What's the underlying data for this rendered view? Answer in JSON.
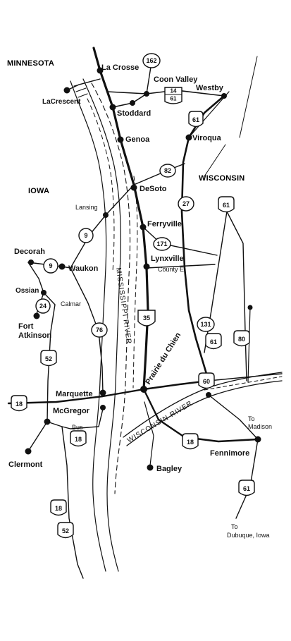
{
  "regions": {
    "minnesota": "MINNESOTA",
    "iowa": "IOWA",
    "wisconsin": "WISCONSIN"
  },
  "rivers": {
    "mississippi": "MISSISSIPPI RIVER",
    "wisconsin": "WISCONSIN RIVER"
  },
  "towns": {
    "la_crosse": "La Crosse",
    "lacrescent": "LaCrescent",
    "coon_valley": "Coon Valley",
    "westby": "Westby",
    "stoddard": "Stoddard",
    "genoa": "Genoa",
    "viroqua": "Viroqua",
    "desoto": "DeSoto",
    "lansing": "Lansing",
    "ferryville": "Ferryville",
    "decorah": "Decorah",
    "waukon": "Waukon",
    "lynxville": "Lynxville",
    "county_e": "County E",
    "ossian": "Ossian",
    "calmar": "Calmar",
    "fort_atkinson": "Fort\nAtkinson",
    "prairie_du_chien": "Prairie du Chien",
    "marquette": "Marquette",
    "mcgregor": "McGregor",
    "bus": "Bus",
    "clermont": "Clermont",
    "bagley": "Bagley",
    "fennimore": "Fennimore",
    "to_madison": "To\nMadison",
    "to_dubuque": "To\nDubuque, Iowa"
  },
  "shields": {
    "r162": "162",
    "r14_61a": "14",
    "r14_61b": "61",
    "r61_viroqua": "61",
    "r82": "82",
    "r27": "27",
    "r61_wi": "61",
    "r9_lansing": "9",
    "r171": "171",
    "r9_decorah": "9",
    "r24": "24",
    "r35": "35",
    "r76": "76",
    "r131": "131",
    "r61_mid": "61",
    "r80": "80",
    "r52_upper": "52",
    "r60": "60",
    "r18_west": "18",
    "r18_bus": "18",
    "r18_east": "18",
    "r61_south": "61",
    "r18_south": "18",
    "r52_south": "52"
  },
  "colors": {
    "ink": "#111111",
    "paper": "#ffffff"
  }
}
